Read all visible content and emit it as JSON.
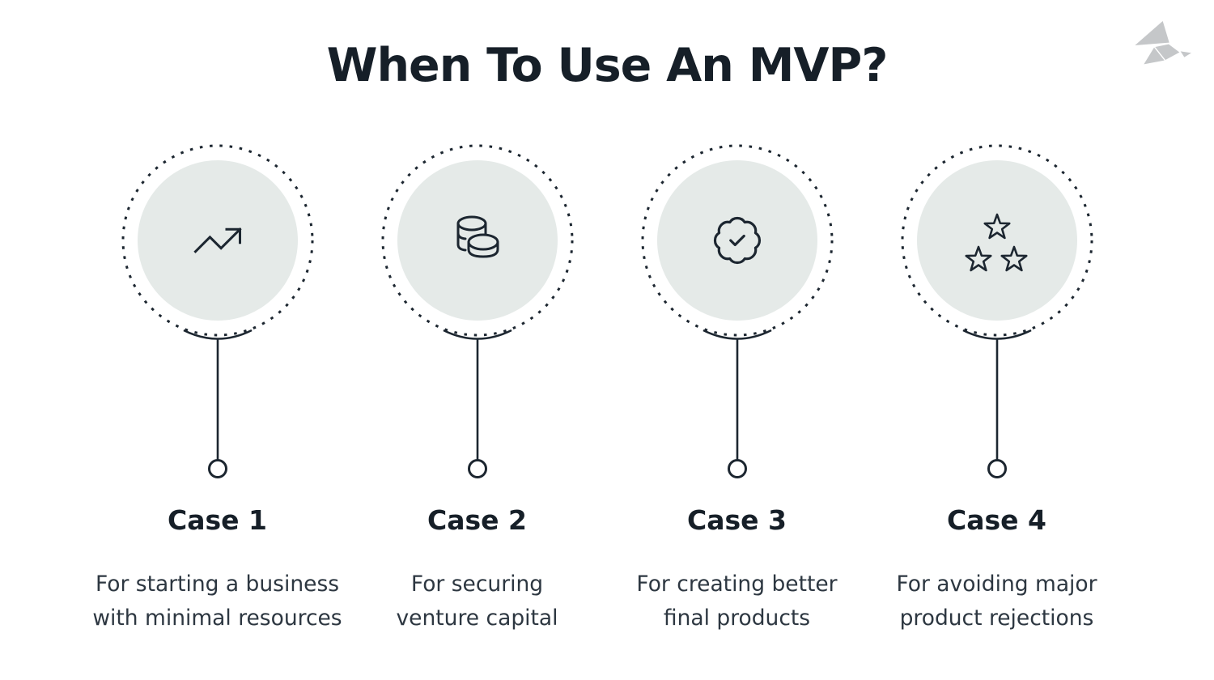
{
  "page": {
    "title": "When To Use An MVP?"
  },
  "logo": {
    "name": "origami-bird-logo",
    "color": "#c5c7c9"
  },
  "colors": {
    "ink": "#161f28",
    "body_text": "#2d3741",
    "line_stroke": "#1c2630",
    "circle_fill": "#e5eae8"
  },
  "cases": [
    {
      "label": "Case 1",
      "icon": "trending-up-icon",
      "description_line1": "For starting a business",
      "description_line2": "with minimal resources"
    },
    {
      "label": "Case 2",
      "icon": "coins-icon",
      "description_line1": "For securing",
      "description_line2": "venture capital"
    },
    {
      "label": "Case 3",
      "icon": "badge-check-icon",
      "description_line1": "For creating better",
      "description_line2": "final products"
    },
    {
      "label": "Case 4",
      "icon": "three-stars-icon",
      "description_line1": "For avoiding major",
      "description_line2": "product rejections"
    }
  ]
}
